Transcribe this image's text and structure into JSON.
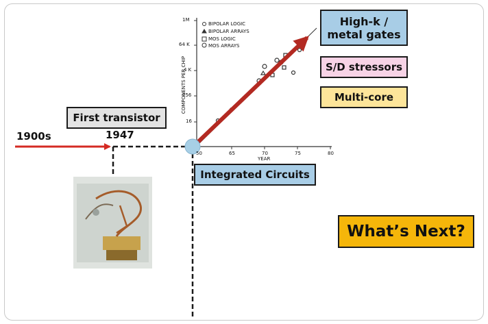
{
  "labels": {
    "era_1900s": "1900s",
    "year_1947": "1947",
    "first_transistor": "First transistor",
    "integrated_circuits": "Integrated Circuits",
    "high_k": "High-k /\nmetal gates",
    "sd_stressors": "S/D stressors",
    "multi_core": "Multi-core",
    "whats_next": "What’s Next?"
  },
  "moore_chart": {
    "ylabel": "COMPONENTS PER CHIP",
    "xlabel": "YEAR",
    "y_ticks": [
      "1M",
      "64 K",
      "4 K",
      "256",
      "16"
    ],
    "x_ticks": [
      "50",
      "65",
      "70",
      "75",
      "80"
    ],
    "legend": [
      "BIPOLAR LOGIC",
      "BIPOLAR ARRAYS",
      "MOS LOGIC",
      "MOS ARRAYS"
    ]
  },
  "colors": {
    "red_arrow": "#d42a23",
    "dark_red_arrow": "#b32a22",
    "blue_box": "#a8cde6",
    "pink_box": "#f7d3e6",
    "yellow_box": "#fde59a",
    "orange_box": "#f5b60a",
    "gray_box": "#e3e3e3",
    "node": "#a7cfe6"
  }
}
